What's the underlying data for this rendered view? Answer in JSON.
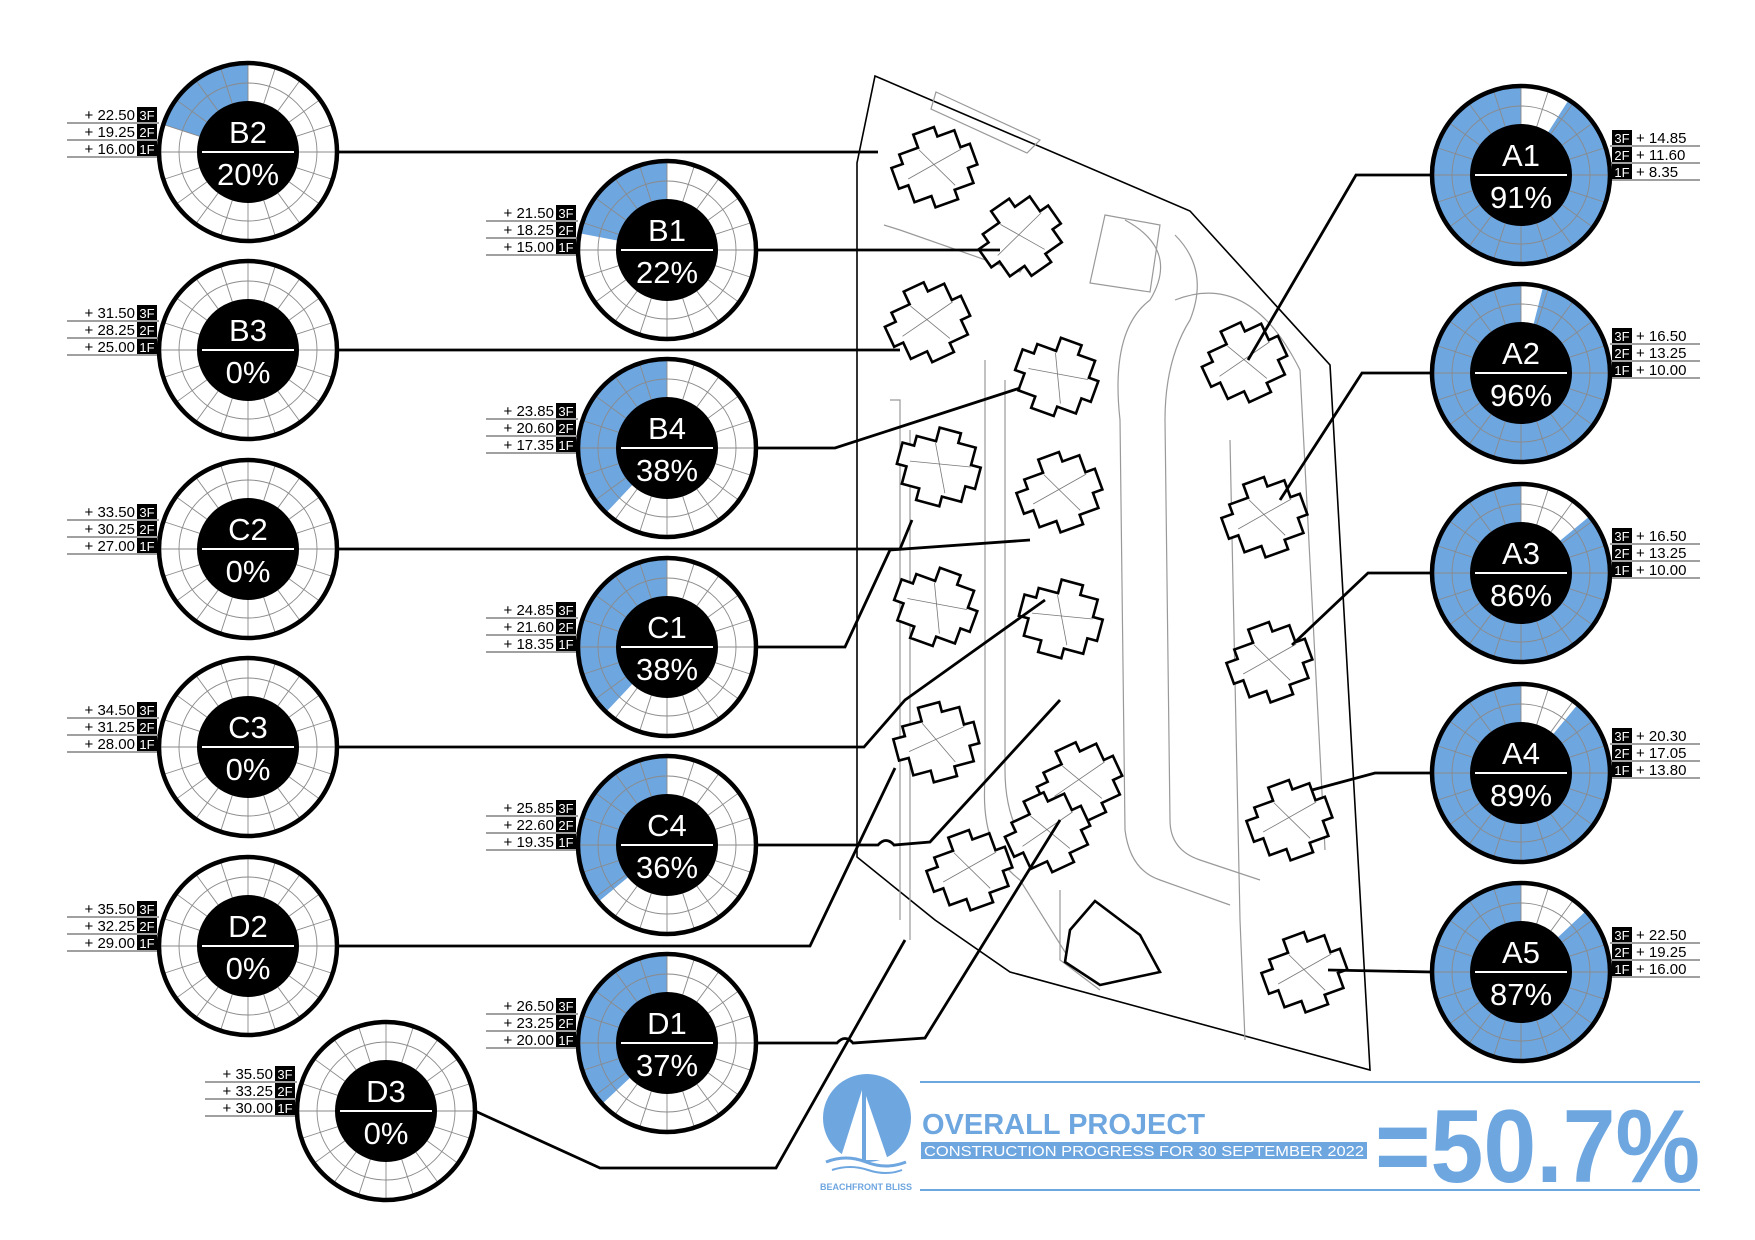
{
  "buildings": [
    {
      "id": "B2",
      "progress": "20%",
      "fraction": 0.2,
      "floors": [
        {
          "f": "3F",
          "level": "+ 22.50"
        },
        {
          "f": "2F",
          "level": "+ 19.25"
        },
        {
          "f": "1F",
          "level": "+ 16.00"
        }
      ]
    },
    {
      "id": "B3",
      "progress": "0%",
      "fraction": 0.0,
      "floors": [
        {
          "f": "3F",
          "level": "+ 31.50"
        },
        {
          "f": "2F",
          "level": "+ 28.25"
        },
        {
          "f": "1F",
          "level": "+ 25.00"
        }
      ]
    },
    {
      "id": "C2",
      "progress": "0%",
      "fraction": 0.0,
      "floors": [
        {
          "f": "3F",
          "level": "+ 33.50"
        },
        {
          "f": "2F",
          "level": "+ 30.25"
        },
        {
          "f": "1F",
          "level": "+ 27.00"
        }
      ]
    },
    {
      "id": "C3",
      "progress": "0%",
      "fraction": 0.0,
      "floors": [
        {
          "f": "3F",
          "level": "+ 34.50"
        },
        {
          "f": "2F",
          "level": "+ 31.25"
        },
        {
          "f": "1F",
          "level": "+ 28.00"
        }
      ]
    },
    {
      "id": "D2",
      "progress": "0%",
      "fraction": 0.0,
      "floors": [
        {
          "f": "3F",
          "level": "+ 35.50"
        },
        {
          "f": "2F",
          "level": "+ 32.25"
        },
        {
          "f": "1F",
          "level": "+ 29.00"
        }
      ]
    },
    {
      "id": "D3",
      "progress": "0%",
      "fraction": 0.0,
      "floors": [
        {
          "f": "3F",
          "level": "+ 35.50"
        },
        {
          "f": "2F",
          "level": "+ 33.25"
        },
        {
          "f": "1F",
          "level": "+ 30.00"
        }
      ]
    },
    {
      "id": "B1",
      "progress": "22%",
      "fraction": 0.22,
      "floors": [
        {
          "f": "3F",
          "level": "+ 21.50"
        },
        {
          "f": "2F",
          "level": "+ 18.25"
        },
        {
          "f": "1F",
          "level": "+ 15.00"
        }
      ]
    },
    {
      "id": "B4",
      "progress": "38%",
      "fraction": 0.38,
      "floors": [
        {
          "f": "3F",
          "level": "+ 23.85"
        },
        {
          "f": "2F",
          "level": "+ 20.60"
        },
        {
          "f": "1F",
          "level": "+ 17.35"
        }
      ]
    },
    {
      "id": "C1",
      "progress": "38%",
      "fraction": 0.38,
      "floors": [
        {
          "f": "3F",
          "level": "+ 24.85"
        },
        {
          "f": "2F",
          "level": "+ 21.60"
        },
        {
          "f": "1F",
          "level": "+ 18.35"
        }
      ]
    },
    {
      "id": "C4",
      "progress": "36%",
      "fraction": 0.36,
      "floors": [
        {
          "f": "3F",
          "level": "+ 25.85"
        },
        {
          "f": "2F",
          "level": "+ 22.60"
        },
        {
          "f": "1F",
          "level": "+ 19.35"
        }
      ]
    },
    {
      "id": "D1",
      "progress": "37%",
      "fraction": 0.37,
      "floors": [
        {
          "f": "3F",
          "level": "+ 26.50"
        },
        {
          "f": "2F",
          "level": "+ 23.25"
        },
        {
          "f": "1F",
          "level": "+ 20.00"
        }
      ]
    },
    {
      "id": "A1",
      "progress": "91%",
      "fraction": 0.91,
      "floors": [
        {
          "f": "3F",
          "level": "+ 14.85"
        },
        {
          "f": "2F",
          "level": "+ 11.60"
        },
        {
          "f": "1F",
          "level": "+ 8.35"
        }
      ]
    },
    {
      "id": "A2",
      "progress": "96%",
      "fraction": 0.96,
      "floors": [
        {
          "f": "3F",
          "level": "+ 16.50"
        },
        {
          "f": "2F",
          "level": "+ 13.25"
        },
        {
          "f": "1F",
          "level": "+ 10.00"
        }
      ]
    },
    {
      "id": "A3",
      "progress": "86%",
      "fraction": 0.86,
      "floors": [
        {
          "f": "3F",
          "level": "+ 16.50"
        },
        {
          "f": "2F",
          "level": "+ 13.25"
        },
        {
          "f": "1F",
          "level": "+ 10.00"
        }
      ]
    },
    {
      "id": "A4",
      "progress": "89%",
      "fraction": 0.89,
      "floors": [
        {
          "f": "3F",
          "level": "+ 20.30"
        },
        {
          "f": "2F",
          "level": "+ 17.05"
        },
        {
          "f": "1F",
          "level": "+ 13.80"
        }
      ]
    },
    {
      "id": "A5",
      "progress": "87%",
      "fraction": 0.87,
      "floors": [
        {
          "f": "3F",
          "level": "+ 22.50"
        },
        {
          "f": "2F",
          "level": "+ 19.25"
        },
        {
          "f": "1F",
          "level": "+ 16.00"
        }
      ]
    }
  ],
  "footer": {
    "logo_text": "BEACHFRONT BLISS",
    "title": "OVERALL PROJECT",
    "subtitle": "CONSTRUCTION PROGRESS FOR 30 SEPTEMBER 2022",
    "overall": "=50.7%"
  },
  "colors": {
    "progress_fill": "#6ea6e0",
    "center_fill": "#000000",
    "ring_fill": "#ffffff",
    "footer_blue": "#6ea6e0",
    "line": "#000000",
    "site_line": "#999999"
  },
  "icons": {
    "logo": "moon-sailboat-logo-icon"
  }
}
